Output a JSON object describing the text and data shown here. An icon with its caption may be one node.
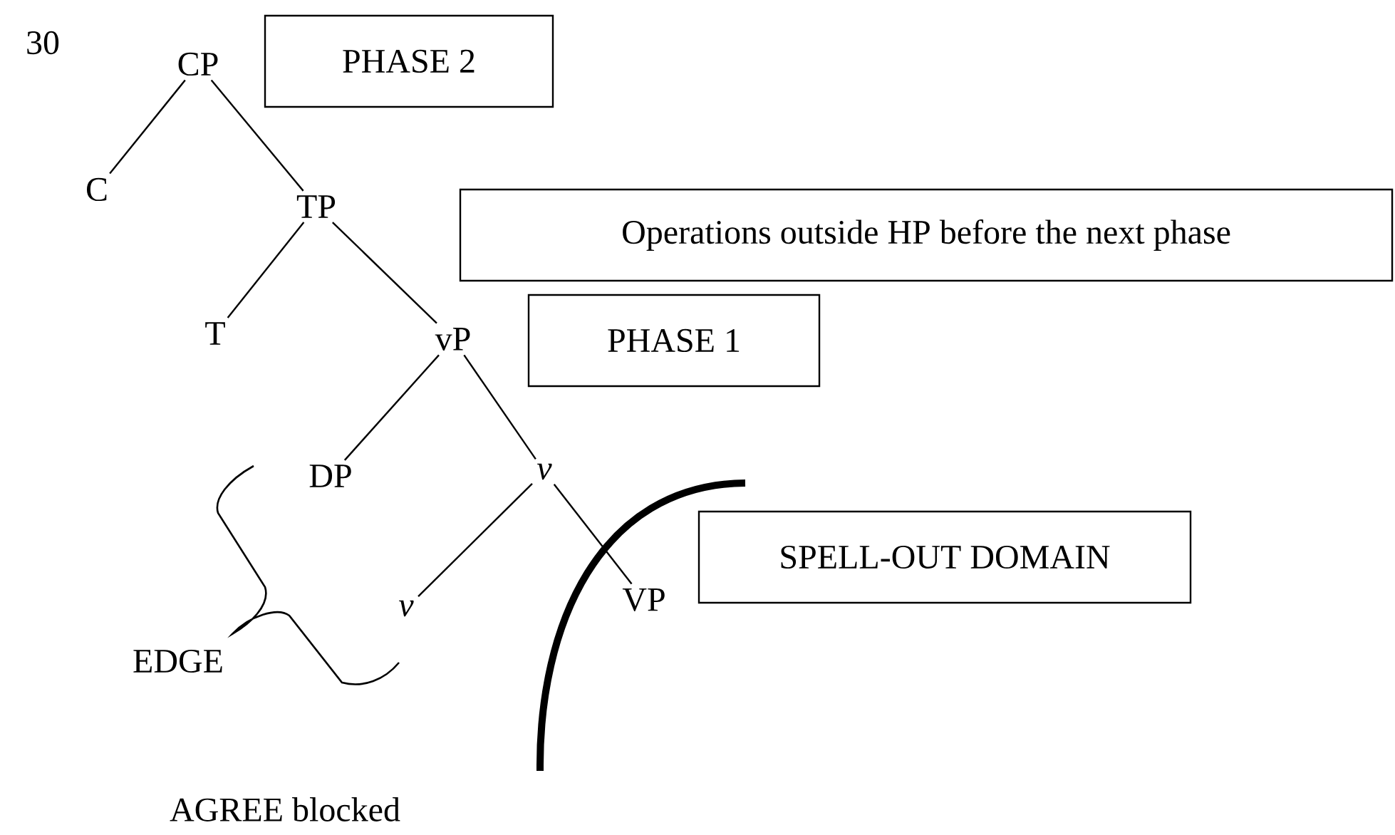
{
  "diagram": {
    "nodes": [
      {
        "text": [
          "CP"
        ]
      },
      {
        "text": [
          "C"
        ]
      },
      {
        "text": [
          "TP"
        ]
      },
      {
        "text": [
          "T"
        ]
      },
      {
        "text": [
          "vP"
        ]
      },
      {
        "text": [
          "DP"
        ]
      },
      {
        "text": [
          "v"
        ]
      },
      {
        "text": [
          "v"
        ]
      },
      {
        "text": [
          "VP"
        ]
      },
      {
        "text": [
          "PHASE 2"
        ]
      },
      {
        "text": [
          "Operations outside HP before the next phase"
        ]
      },
      {
        "text": [
          "PHASE 1"
        ]
      },
      {
        "text": [
          "SPELL-OUT DOMAIN"
        ]
      }
    ],
    "edges": [
      {
        "from": 0,
        "to": 1,
        "arrow": "none"
      },
      {
        "from": 0,
        "to": 2,
        "arrow": "none"
      },
      {
        "from": 2,
        "to": 3,
        "arrow": "none"
      },
      {
        "from": 2,
        "to": 4,
        "arrow": "none"
      },
      {
        "from": 4,
        "to": 5,
        "arrow": "none"
      },
      {
        "from": 4,
        "to": 6,
        "arrow": "none"
      },
      {
        "from": 6,
        "to": 7,
        "arrow": "none"
      },
      {
        "from": 6,
        "to": 8,
        "arrow": "none"
      }
    ],
    "labels": [
      "30",
      "EDGE",
      "AGREE blocked"
    ]
  }
}
